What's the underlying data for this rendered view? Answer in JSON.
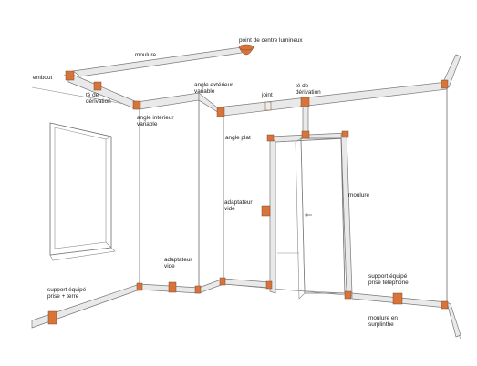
{
  "colors": {
    "accent": "#d8743a",
    "molding": "#e9e9e9",
    "line": "#6b6b6b"
  },
  "labels": {
    "point_centre": "point de centre lumineux",
    "moulure_top": "moulure",
    "embout": "embout",
    "te_derivation_left_1": "té de",
    "te_derivation_left_2": "dérivation",
    "angle_interieur_1": "angle intérieur",
    "angle_interieur_2": "variable",
    "angle_exterieur_1": "angle extérieur",
    "angle_exterieur_2": "variable",
    "joint": "joint",
    "te_derivation_right_1": "té de",
    "te_derivation_right_2": "dérivation",
    "angle_plat": "angle plat",
    "adaptateur_vide_mid_1": "adaptateur",
    "adaptateur_vide_mid_2": "vide",
    "moulure_right": "moulure",
    "adaptateur_vide_low_1": "adaptateur",
    "adaptateur_vide_low_2": "vide",
    "support_prise_terre_1": "support équipé",
    "support_prise_terre_2": "prise + terre",
    "support_prise_tel_1": "support équipé",
    "support_prise_tel_2": "prise téléphone",
    "moulure_surplinthe_1": "moulure en",
    "moulure_surplinthe_2": "surplinthe"
  }
}
